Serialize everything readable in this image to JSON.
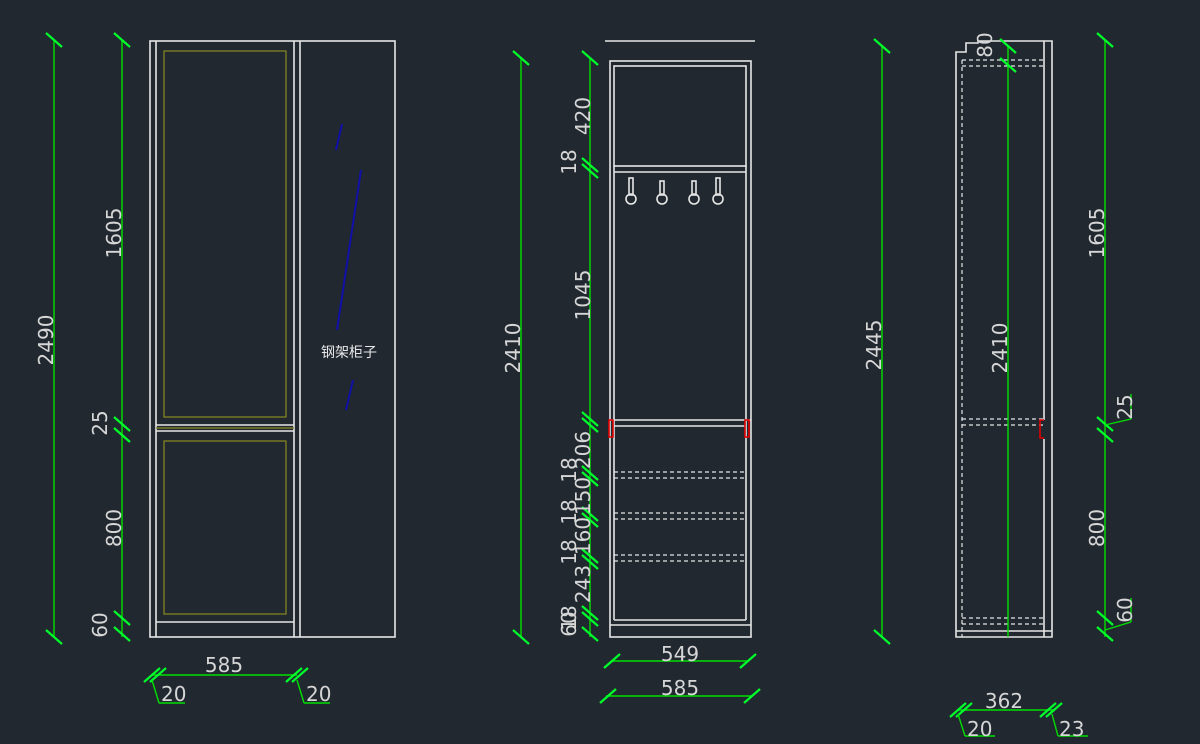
{
  "view_left": {
    "dims": {
      "total": "2490",
      "upper": "1605",
      "mid": "25",
      "lower": "800",
      "base": "60",
      "width": "585",
      "left_offset": "20",
      "right_offset": "20"
    },
    "annotation": "钢架柜子"
  },
  "view_middle": {
    "dims": {
      "total": "2410",
      "d420": "420",
      "d18a": "18",
      "d1045": "1045",
      "d206": "206",
      "d18b": "18",
      "d150": "150",
      "d18c": "18",
      "d160": "160",
      "d18d": "18",
      "d243": "243",
      "d18e": "18",
      "d60": "60",
      "w549": "549",
      "w585": "585"
    }
  },
  "view_right": {
    "dims": {
      "total": "2445",
      "top80": "80",
      "upper": "1605",
      "inner": "2410",
      "mid": "25",
      "lower": "800",
      "base": "60",
      "depth": "362",
      "left_offset": "20",
      "right_offset": "23"
    }
  },
  "colors": {
    "background": "#212830",
    "outline": "#e6e6e6",
    "dimension": "#00e000",
    "door_inset": "#8a8a20",
    "annotation_line": "#1010a8",
    "bracket": "#e00000"
  }
}
